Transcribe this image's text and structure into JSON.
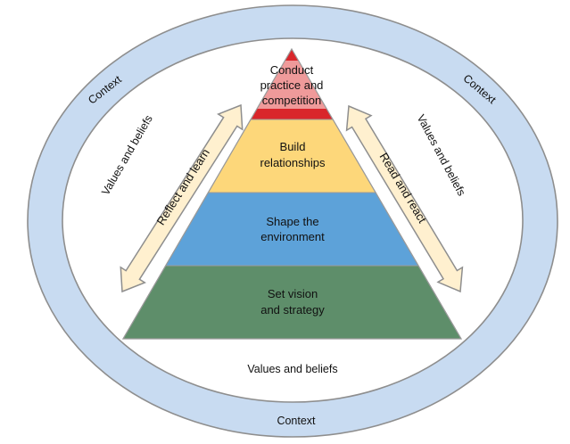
{
  "diagram": {
    "outer_ring": {
      "label": "Context",
      "fill": "#c8dbf1",
      "stroke": "#8e8e8e",
      "labels": [
        "Context",
        "Context",
        "Context"
      ]
    },
    "inner_area": {
      "label": "Values and beliefs",
      "labels": [
        "Values and beliefs",
        "Values and beliefs",
        "Values and beliefs"
      ]
    },
    "pyramid": {
      "layers": [
        {
          "id": "conduct",
          "lines": [
            "Conduct",
            "practice and",
            "competition"
          ],
          "fill": "#d9262b",
          "text_band_fill": "#ef9a9a"
        },
        {
          "id": "build",
          "lines": [
            "Build",
            "relationships"
          ],
          "fill": "#fdd77a"
        },
        {
          "id": "shape",
          "lines": [
            "Shape the",
            "environment"
          ],
          "fill": "#5da2d9"
        },
        {
          "id": "vision",
          "lines": [
            "Set vision",
            "and strategy"
          ],
          "fill": "#5e8e6a"
        }
      ]
    },
    "arrows": {
      "left": {
        "label": "Reflect and learn"
      },
      "right": {
        "label": "Read and react"
      },
      "fill": "#fff0cf",
      "stroke": "#8e8e8e"
    }
  }
}
